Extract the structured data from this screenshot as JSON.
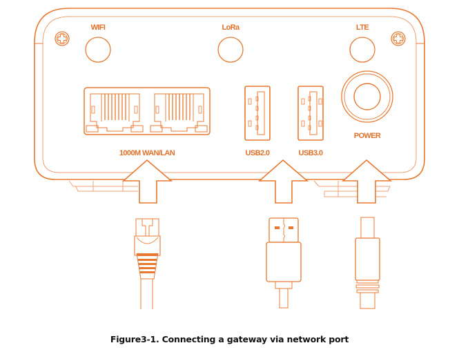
{
  "colors": {
    "line": "#e8782f",
    "line_light": "#eda272",
    "text": "#e0712a",
    "caption": "#111111"
  },
  "device": {
    "antennas": [
      {
        "label": "WIFI"
      },
      {
        "label": "LoRa"
      },
      {
        "label": "LTE"
      }
    ],
    "ports": {
      "ethernet_label": "1000M WAN/LAN",
      "usb2_label": "USB2.0",
      "usb3_label": "USB3.0",
      "power_label": "POWER"
    }
  },
  "cables": [
    {
      "type": "ethernet-rj45"
    },
    {
      "type": "usb-a"
    },
    {
      "type": "dc-power"
    }
  ],
  "caption": "Figure3-1. Connecting a gateway via network port"
}
